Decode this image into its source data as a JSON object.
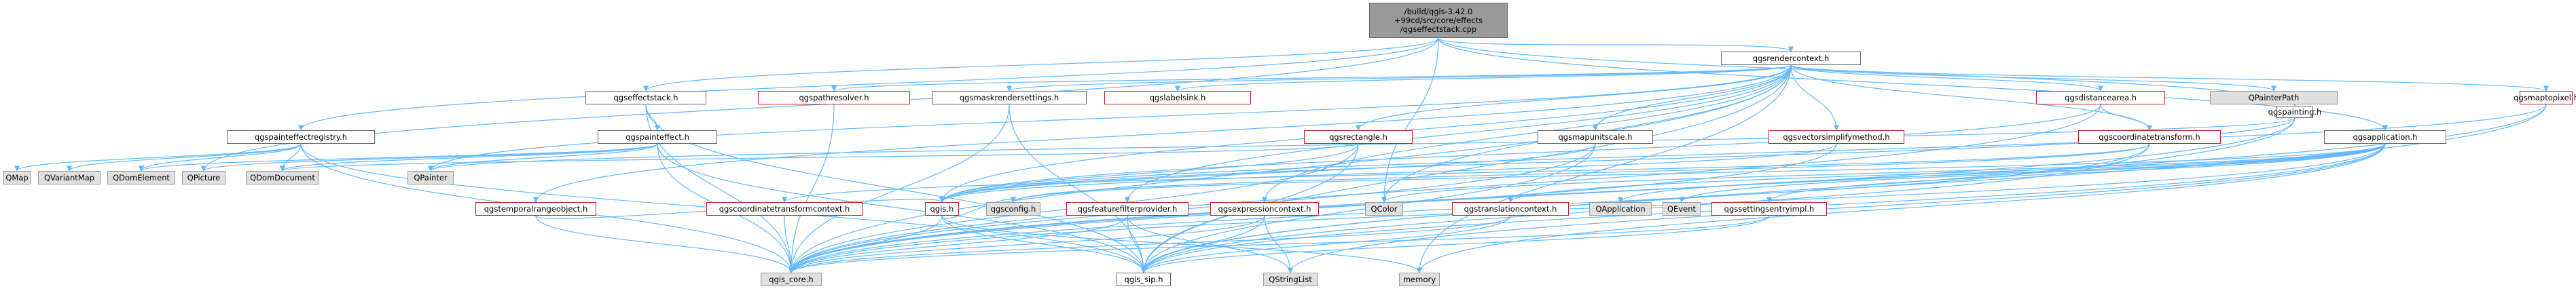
{
  "diagram": {
    "nodes": [
      {
        "id": "root",
        "label": "/build/qgis-3.42.0\n+99cd/src/core/effects\n/qgseffectstack.cpp",
        "style": "root"
      },
      {
        "id": "rc",
        "label": "qgsrendercontext.h",
        "style": "normal"
      },
      {
        "id": "per",
        "label": "qgspainteffectregistry.h",
        "style": "normal"
      },
      {
        "id": "es",
        "label": "qgseffectstack.h",
        "style": "normal"
      },
      {
        "id": "pr",
        "label": "qgspathresolver.h",
        "style": "red"
      },
      {
        "id": "mrs",
        "label": "qgsmaskrendersettings.h",
        "style": "normal"
      },
      {
        "id": "ls",
        "label": "qgslabelsink.h",
        "style": "red"
      },
      {
        "id": "da",
        "label": "qgsdistancearea.h",
        "style": "red"
      },
      {
        "id": "pp",
        "label": "QPainterPath",
        "style": "gray"
      },
      {
        "id": "app",
        "label": "qgsapplication.h",
        "style": "normal"
      },
      {
        "id": "pe",
        "label": "qgspainteffect.h",
        "style": "normal"
      },
      {
        "id": "rect",
        "label": "qgsrectangle.h",
        "style": "red"
      },
      {
        "id": "mus",
        "label": "qgsmapunitscale.h",
        "style": "normal"
      },
      {
        "id": "vsm",
        "label": "qgsvectorsimplifymethod.h",
        "style": "red"
      },
      {
        "id": "ct",
        "label": "qgscoordinatetransform.h",
        "style": "red"
      },
      {
        "id": "ptg",
        "label": "qgspainting.h",
        "style": "normal"
      },
      {
        "id": "m2p",
        "label": "qgsmaptopixel.h",
        "style": "red"
      },
      {
        "id": "qmap",
        "label": "QMap",
        "style": "gray"
      },
      {
        "id": "qvm",
        "label": "QVariantMap",
        "style": "gray"
      },
      {
        "id": "qde",
        "label": "QDomElement",
        "style": "gray"
      },
      {
        "id": "qpic",
        "label": "QPicture",
        "style": "gray"
      },
      {
        "id": "qdd",
        "label": "QDomDocument",
        "style": "gray"
      },
      {
        "id": "qp",
        "label": "QPainter",
        "style": "gray"
      },
      {
        "id": "to",
        "label": "qgstemporalrangeobject.h",
        "style": "red"
      },
      {
        "id": "ctc",
        "label": "qgscoordinatetransformcontext.h",
        "style": "red"
      },
      {
        "id": "qgis",
        "label": "qgis.h",
        "style": "red"
      },
      {
        "id": "cfg",
        "label": "qgsconfig.h",
        "style": "gray"
      },
      {
        "id": "ffp",
        "label": "qgsfeaturefilterprovider.h",
        "style": "red"
      },
      {
        "id": "ec",
        "label": "qgsexpressioncontext.h",
        "style": "red"
      },
      {
        "id": "qc",
        "label": "QColor",
        "style": "gray"
      },
      {
        "id": "tc",
        "label": "qgstranslationcontext.h",
        "style": "red"
      },
      {
        "id": "qa",
        "label": "QApplication",
        "style": "gray"
      },
      {
        "id": "qe",
        "label": "QEvent",
        "style": "gray"
      },
      {
        "id": "sei",
        "label": "qgssettingsentryimpl.h",
        "style": "red"
      },
      {
        "id": "core",
        "label": "qgis_core.h",
        "style": "gray"
      },
      {
        "id": "sip",
        "label": "qgis_sip.h",
        "style": "normal"
      },
      {
        "id": "qsl",
        "label": "QStringList",
        "style": "gray"
      },
      {
        "id": "mem",
        "label": "memory",
        "style": "gray"
      }
    ],
    "edges": [
      [
        "root",
        "rc"
      ],
      [
        "root",
        "per"
      ],
      [
        "root",
        "es"
      ],
      [
        "root",
        "app"
      ],
      [
        "root",
        "qpic"
      ],
      [
        "root",
        "ptg"
      ],
      [
        "root",
        "qc"
      ],
      [
        "rc",
        "pr"
      ],
      [
        "rc",
        "mrs"
      ],
      [
        "rc",
        "ls"
      ],
      [
        "rc",
        "da"
      ],
      [
        "rc",
        "pp"
      ],
      [
        "rc",
        "rect"
      ],
      [
        "rc",
        "mus"
      ],
      [
        "rc",
        "vsm"
      ],
      [
        "rc",
        "ct"
      ],
      [
        "rc",
        "m2p"
      ],
      [
        "rc",
        "to"
      ],
      [
        "rc",
        "ffp"
      ],
      [
        "rc",
        "ec"
      ],
      [
        "rc",
        "qp"
      ],
      [
        "rc",
        "qgis"
      ],
      [
        "rc",
        "core"
      ],
      [
        "rc",
        "sip"
      ],
      [
        "rc",
        "mem"
      ],
      [
        "rc",
        "qc"
      ],
      [
        "per",
        "qmap"
      ],
      [
        "per",
        "qvm"
      ],
      [
        "per",
        "qde"
      ],
      [
        "per",
        "qdd"
      ],
      [
        "per",
        "core"
      ],
      [
        "per",
        "sip"
      ],
      [
        "es",
        "pe"
      ],
      [
        "es",
        "core"
      ],
      [
        "es",
        "sip"
      ],
      [
        "pe",
        "qde"
      ],
      [
        "pe",
        "qpic"
      ],
      [
        "pe",
        "qdd"
      ],
      [
        "pe",
        "qp"
      ],
      [
        "pe",
        "core"
      ],
      [
        "pe",
        "sip"
      ],
      [
        "pr",
        "core"
      ],
      [
        "mrs",
        "core"
      ],
      [
        "mrs",
        "sip"
      ],
      [
        "da",
        "ct"
      ],
      [
        "da",
        "qgis"
      ],
      [
        "da",
        "core"
      ],
      [
        "rect",
        "qdd"
      ],
      [
        "rect",
        "core"
      ],
      [
        "rect",
        "sip"
      ],
      [
        "rect",
        "qgis"
      ],
      [
        "mus",
        "core"
      ],
      [
        "mus",
        "sip"
      ],
      [
        "mus",
        "qgis"
      ],
      [
        "vsm",
        "qgis"
      ],
      [
        "vsm",
        "core"
      ],
      [
        "ct",
        "ctc"
      ],
      [
        "ct",
        "cfg"
      ],
      [
        "ct",
        "core"
      ],
      [
        "ct",
        "sip"
      ],
      [
        "ptg",
        "qgis"
      ],
      [
        "ptg",
        "qp"
      ],
      [
        "ptg",
        "core"
      ],
      [
        "ptg",
        "sip"
      ],
      [
        "m2p",
        "qgis"
      ],
      [
        "m2p",
        "core"
      ],
      [
        "m2p",
        "sip"
      ],
      [
        "to",
        "qgis"
      ],
      [
        "to",
        "core"
      ],
      [
        "ctc",
        "core"
      ],
      [
        "qgis",
        "core"
      ],
      [
        "qgis",
        "sip"
      ],
      [
        "qgis",
        "cfg"
      ],
      [
        "qgis",
        "mem"
      ],
      [
        "ffp",
        "core"
      ],
      [
        "ffp",
        "sip"
      ],
      [
        "ffp",
        "qsl"
      ],
      [
        "ec",
        "qsl"
      ],
      [
        "ec",
        "core"
      ],
      [
        "ec",
        "sip"
      ],
      [
        "app",
        "cfg"
      ],
      [
        "app",
        "qc"
      ],
      [
        "app",
        "tc"
      ],
      [
        "app",
        "qa"
      ],
      [
        "app",
        "qe"
      ],
      [
        "app",
        "sei"
      ],
      [
        "app",
        "qsl"
      ],
      [
        "app",
        "core"
      ],
      [
        "app",
        "sip"
      ],
      [
        "app",
        "mem"
      ],
      [
        "tc",
        "core"
      ],
      [
        "tc",
        "sip"
      ],
      [
        "sei",
        "sip"
      ],
      [
        "sei",
        "core"
      ]
    ]
  }
}
